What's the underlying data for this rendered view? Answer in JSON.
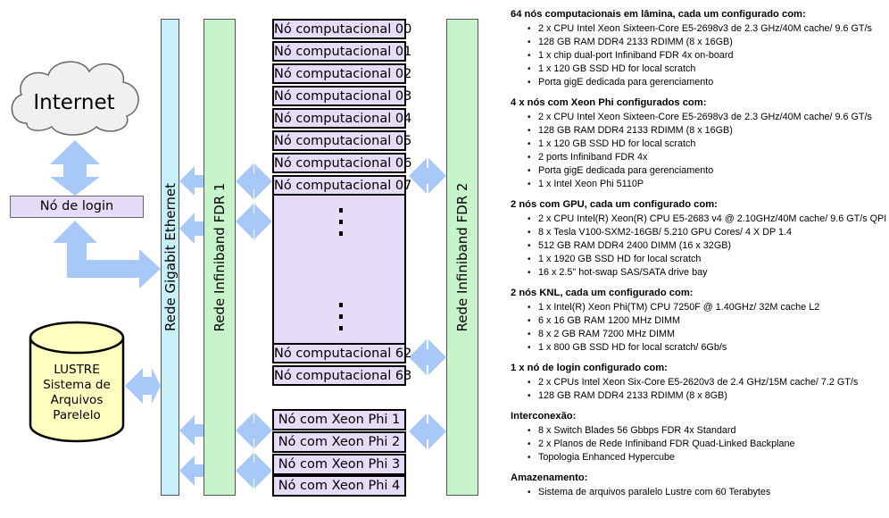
{
  "diagram": {
    "internet_label": "Internet",
    "login_label": "Nó de login",
    "storage_label": "LUSTRE\nSistema de\nArquivos\nParelelo",
    "network_ethernet": "Rede Gigabit Ethernet",
    "network_fdr1": "Rede Infiniband FDR 1",
    "network_fdr2": "Rede Infiniband FDR 2",
    "nodes_top": [
      "Nó computacional 00",
      "Nó computacional 01",
      "Nó computacional 02",
      "Nó computacional 03",
      "Nó computacional 04",
      "Nó computacional 05",
      "Nó computacional 06",
      "Nó computacional 07"
    ],
    "nodes_bottom": [
      "Nó computacional 62",
      "Nó computacional 63"
    ],
    "xeon_nodes": [
      "Nó com Xeon Phi 1",
      "Nó com Xeon Phi 2",
      "Nó com Xeon Phi 3",
      "Nó com Xeon Phi 4"
    ],
    "colors": {
      "node_fill": "#e6dcf7",
      "ethernet": "#c8f0f8",
      "fdr": "#c8f4cc",
      "arrow": "#a8c8f8",
      "cloud": "#f0f0f0",
      "login": "#e6dcf7",
      "storage": "#ffffc0"
    }
  },
  "specs": [
    {
      "title": "64 nós computacionais em lâmina, cada um configurado com:",
      "items": [
        "2 x CPU Intel Xeon Sixteen-Core E5-2698v3 de 2.3 GHz/40M cache/ 9.6 GT/s",
        "128 GB RAM DDR4 2133 RDIMM (8 x 16GB)",
        "1 x chip dual-port Infiniband FDR 4x on-board",
        "1 x 120 GB SSD HD for local scratch",
        "Porta gigE dedicada para gerenciamento"
      ]
    },
    {
      "title": "4 x nós com Xeon Phi configurados com:",
      "items": [
        "2 x CPU Intel Xeon Sixteen-Core E5-2698v3 de 2.3 GHz/40M cache/ 9.6 GT/s",
        "128 GB RAM DDR4 2133 RDIMM (8 x 16GB)",
        "1 x 120 GB SSD HD for local scratch",
        "2 ports Infiniband FDR 4x",
        "Porta gigE dedicada para gerenciamento",
        "1 x Intel Xeon Phi 5110P"
      ]
    },
    {
      "title": "2 nós com GPU, cada um configurado com:",
      "items": [
        "2 x CPU Intel(R) Xeon(R) CPU E5-2683 v4 @ 2.10GHz/40M cache/ 9.6 GT/s QPI",
        "8 x Tesla V100-SXM2-16GB/ 5.210 GPU Cores/ 4 X DP 1.4",
        "512 GB RAM DDR4 2400 DIMM (16 x 32GB)",
        "1 x 1920 GB SSD HD for local scratch",
        "16 x 2.5\" hot-swap SAS/SATA drive bay"
      ]
    },
    {
      "title": "2 nós KNL, cada um configurado com:",
      "items": [
        "1 x Intel(R) Xeon Phi(TM) CPU 7250F @ 1.40GHz/ 32M cache L2",
        "6 x 16 GB RAM 1200 MHz DIMM",
        "8 x 2 GB RAM 7200 MHz DIMM",
        "1 x 800 GB SSD HD for local scratch/ 6Gb/s"
      ]
    },
    {
      "title": "1 x nó de login configurado com:",
      "items": [
        "2 x CPUs Intel Xeon Six-Core E5-2620v3 de 2.4 GHz/15M cache/ 7.2 GT/s",
        "128 GB RAM DDR4 2133 RDIMM (8 x 8GB)"
      ]
    },
    {
      "title": "Interconexão:",
      "items": [
        "8 x Switch Blades 56 Gbbps FDR 4x Standard",
        "2 x Planos de Rede Infiniband FDR Quad-Linked Backplane",
        "Topologia Enhanced Hypercube"
      ]
    },
    {
      "title": "Amazenamento:",
      "items": [
        "Sistema de arquivos paralelo Lustre com 60 Terabytes"
      ]
    }
  ]
}
